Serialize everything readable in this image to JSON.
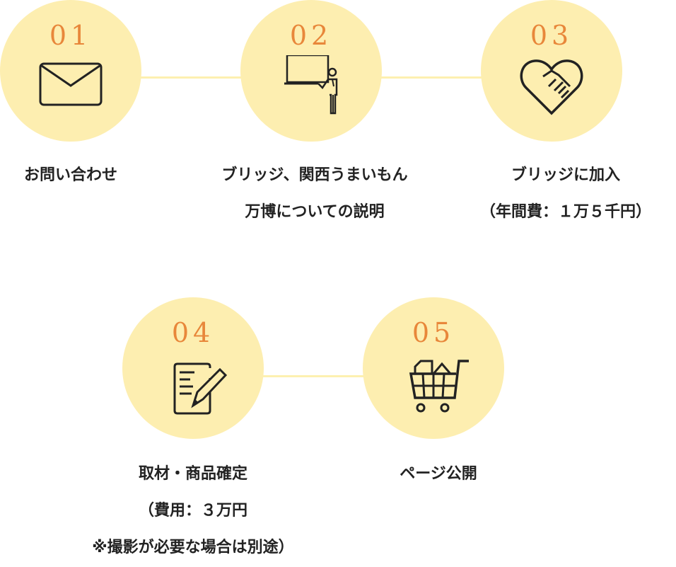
{
  "steps": [
    {
      "number": "01",
      "icon": "envelope-icon",
      "lines": [
        "お問い合わせ"
      ]
    },
    {
      "number": "02",
      "icon": "presenter-icon",
      "lines": [
        "ブリッジ、関西うまいもん",
        "万博についての説明"
      ]
    },
    {
      "number": "03",
      "icon": "handshake-heart-icon",
      "lines": [
        "ブリッジに加入",
        "（年間費：１万５千円）"
      ]
    },
    {
      "number": "04",
      "icon": "document-pencil-icon",
      "lines": [
        "取材・商品確定",
        "（費用：３万円",
        "※撮影が必要な場合は別途）"
      ]
    },
    {
      "number": "05",
      "icon": "shopping-cart-icon",
      "lines": [
        "ページ公開"
      ]
    }
  ],
  "colors": {
    "circle": "#fdeeb0",
    "number": "#e8873a",
    "text": "#222222"
  }
}
